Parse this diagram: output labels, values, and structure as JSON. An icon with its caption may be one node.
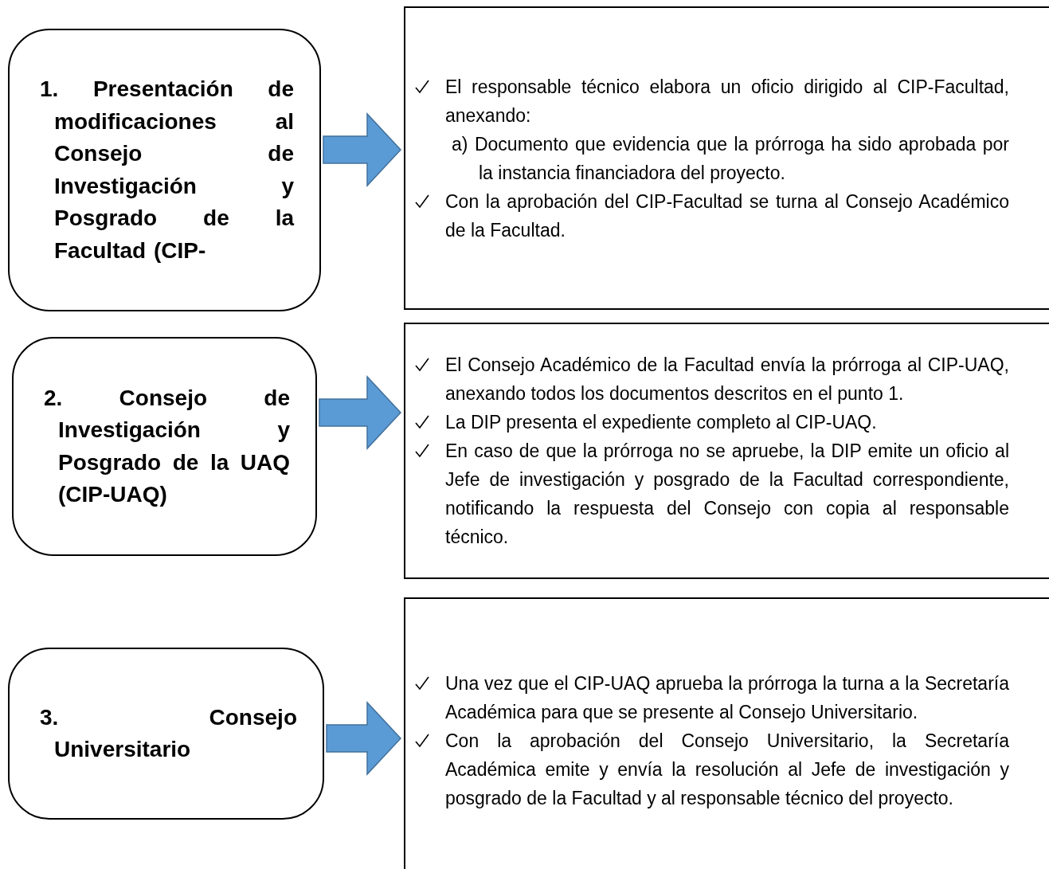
{
  "diagram": {
    "nodes": [
      {
        "text": [
          "1. Presentación de modificaciones al Consejo de Investigación y Posgrado de la Facultad (CIP-"
        ]
      },
      {
        "text": [
          "El responsable técnico elabora un oficio dirigido al CIP-Facultad, anexando:",
          "a) Documento que evidencia que la prórroga ha sido aprobada por la instancia financiadora del proyecto.",
          "Con la aprobación del CIP-Facultad se turna al Consejo Académico de la Facultad."
        ]
      },
      {
        "text": [
          "2. Consejo de Investigación y Posgrado de la UAQ (CIP-UAQ)"
        ]
      },
      {
        "text": [
          "El Consejo Académico de la Facultad envía la prórroga al CIP-UAQ, anexando todos los documentos descritos en el punto 1.",
          "La DIP presenta el expediente completo al CIP-UAQ.",
          "En caso de que la prórroga no se apruebe, la DIP emite un oficio al Jefe de investigación y posgrado de la Facultad correspondiente, notificando la respuesta del Consejo con copia al responsable técnico."
        ]
      },
      {
        "text": [
          "3. Consejo Universitario"
        ]
      },
      {
        "text": [
          "Una vez que el CIP-UAQ aprueba la prórroga la turna a la Secretaría Académica para que se presente al Consejo Universitario.",
          "Con la aprobación del Consejo Universitario, la Secretaría Académica emite y envía la resolución al Jefe de investigación y posgrado de la Facultad y al responsable técnico del proyecto."
        ]
      }
    ],
    "edges": [
      {
        "from": 0,
        "to": 1,
        "arrow": "to"
      },
      {
        "from": 2,
        "to": 3,
        "arrow": "to"
      },
      {
        "from": 4,
        "to": 5,
        "arrow": "to"
      }
    ]
  }
}
